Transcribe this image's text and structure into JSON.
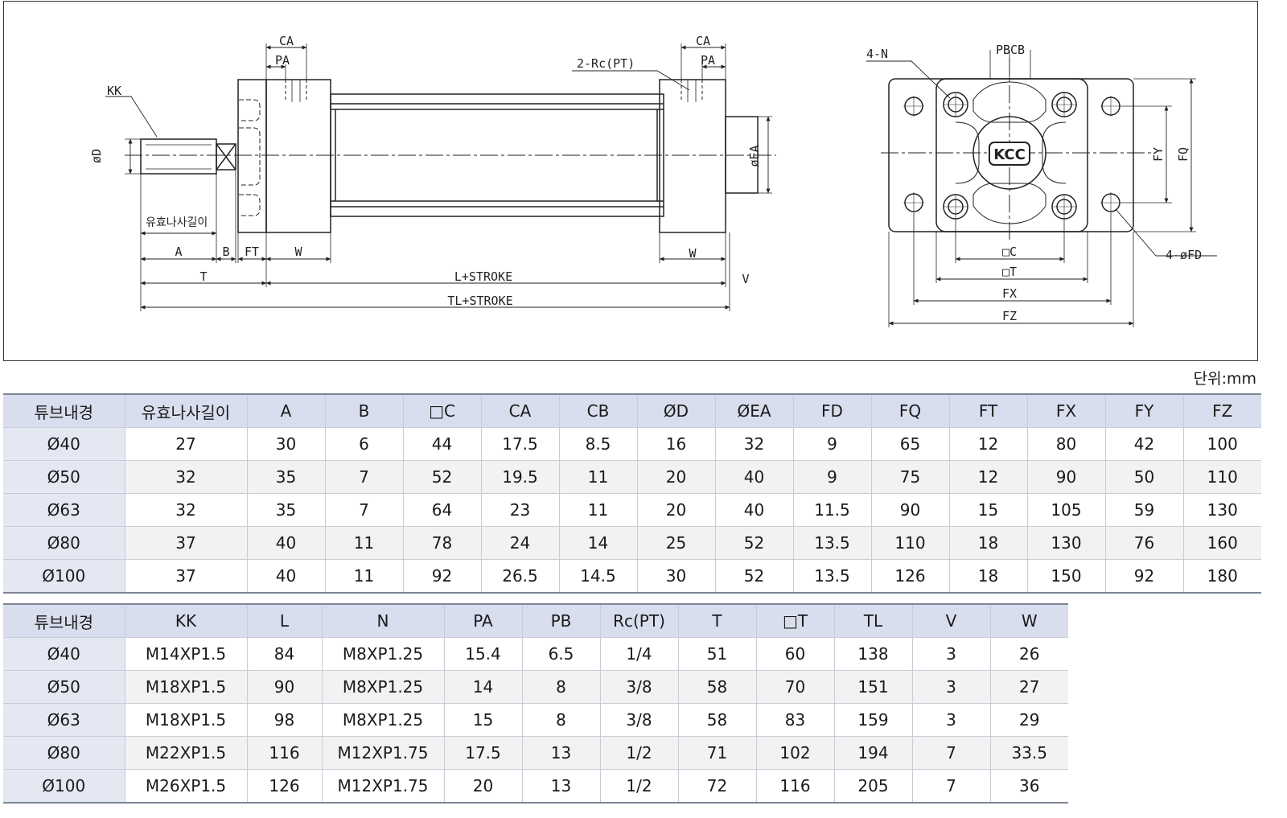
{
  "drawing": {
    "side_view_labels": {
      "kk": "KK",
      "d": "øD",
      "ea": "øEA",
      "ca_left": "CA",
      "pa_left": "PA",
      "ca_right": "CA",
      "pa_right": "PA",
      "port": "2-Rc(PT)",
      "thread_length": "유효나사길이",
      "a": "A",
      "b": "B",
      "ft": "FT",
      "w_left": "W",
      "w_right": "W",
      "t": "T",
      "l_stroke": "L+STROKE",
      "v": "V",
      "tl_stroke": "TL+STROKE"
    },
    "front_view_labels": {
      "n": "4-N",
      "pbcb": "PBCB",
      "fy": "FY",
      "fq": "FQ",
      "fd": "4-øFD",
      "c": "□C",
      "t": "□T",
      "fx": "FX",
      "fz": "FZ",
      "logo": "KCC"
    }
  },
  "unit": "단위:mm",
  "table1": {
    "headers": [
      "튜브내경",
      "유효나사길이",
      "A",
      "B",
      "□C",
      "CA",
      "CB",
      "ØD",
      "ØEA",
      "FD",
      "FQ",
      "FT",
      "FX",
      "FY",
      "FZ"
    ],
    "rows": [
      [
        "Ø40",
        "27",
        "30",
        "6",
        "44",
        "17.5",
        "8.5",
        "16",
        "32",
        "9",
        "65",
        "12",
        "80",
        "42",
        "100"
      ],
      [
        "Ø50",
        "32",
        "35",
        "7",
        "52",
        "19.5",
        "11",
        "20",
        "40",
        "9",
        "75",
        "12",
        "90",
        "50",
        "110"
      ],
      [
        "Ø63",
        "32",
        "35",
        "7",
        "64",
        "23",
        "11",
        "20",
        "40",
        "11.5",
        "90",
        "15",
        "105",
        "59",
        "130"
      ],
      [
        "Ø80",
        "37",
        "40",
        "11",
        "78",
        "24",
        "14",
        "25",
        "52",
        "13.5",
        "110",
        "18",
        "130",
        "76",
        "160"
      ],
      [
        "Ø100",
        "37",
        "40",
        "11",
        "92",
        "26.5",
        "14.5",
        "30",
        "52",
        "13.5",
        "126",
        "18",
        "150",
        "92",
        "180"
      ]
    ]
  },
  "table2": {
    "headers": [
      "튜브내경",
      "KK",
      "L",
      "N",
      "PA",
      "PB",
      "Rc(PT)",
      "T",
      "□T",
      "TL",
      "V",
      "W"
    ],
    "rows": [
      [
        "Ø40",
        "M14XP1.5",
        "84",
        "M8XP1.25",
        "15.4",
        "6.5",
        "1/4",
        "51",
        "60",
        "138",
        "3",
        "26"
      ],
      [
        "Ø50",
        "M18XP1.5",
        "90",
        "M8XP1.25",
        "14",
        "8",
        "3/8",
        "58",
        "70",
        "151",
        "3",
        "27"
      ],
      [
        "Ø63",
        "M18XP1.5",
        "98",
        "M8XP1.25",
        "15",
        "8",
        "3/8",
        "58",
        "83",
        "159",
        "3",
        "29"
      ],
      [
        "Ø80",
        "M22XP1.5",
        "116",
        "M12XP1.75",
        "17.5",
        "13",
        "1/2",
        "71",
        "102",
        "194",
        "7",
        "33.5"
      ],
      [
        "Ø100",
        "M26XP1.5",
        "126",
        "M12XP1.75",
        "20",
        "13",
        "1/2",
        "72",
        "116",
        "205",
        "7",
        "36"
      ]
    ]
  }
}
